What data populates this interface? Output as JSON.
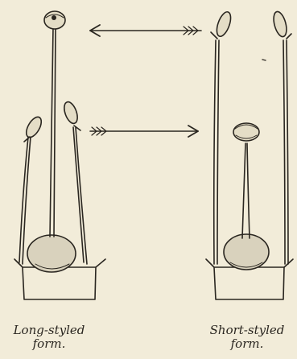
{
  "figure": {
    "ink_color": "#2a2620",
    "paper_color": "#f2ecd9",
    "forms": [
      {
        "caption_line1": "Long-styled",
        "caption_line2": "form."
      },
      {
        "caption_line1": "Short-styled",
        "caption_line2": "form."
      }
    ]
  }
}
